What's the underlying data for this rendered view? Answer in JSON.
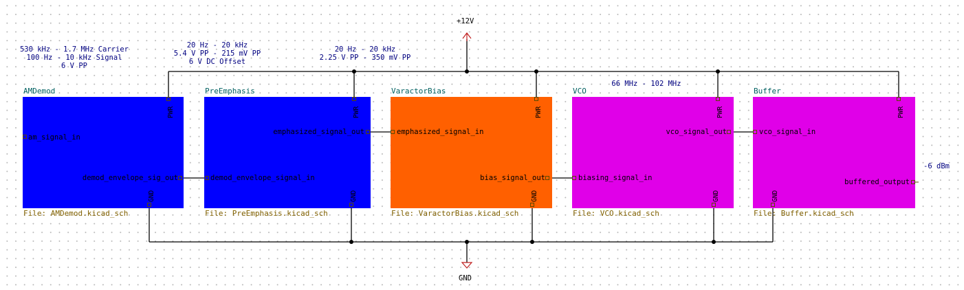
{
  "power": {
    "vcc": "+12V",
    "gnd": "GND"
  },
  "notes": {
    "amdemod": "530 kHz - 1.7 MHz Carrier\n100 Hz - 10 kHz Signal\n6 V PP",
    "preemphasis": "20 Hz - 20 kHz\n5.4 V PP - 215 mV PP\n6 V DC Offset",
    "varactor": "20 Hz - 20 kHz\n2.25 V PP - 350 mV PP",
    "vco": "66 MHz - 102 MHz",
    "output": "-6 dBm"
  },
  "sheets": {
    "amdemod": {
      "name": "AMDemod",
      "file": "File: AMDemod.kicad_sch",
      "color": "#0000ff",
      "pins": {
        "pwr": "PWR",
        "gnd": "GND",
        "in": "am_signal_in",
        "out": "demod_envelope_sig_out"
      }
    },
    "preemphasis": {
      "name": "PreEmphasis",
      "file": "File: PreEmphasis.kicad_sch",
      "color": "#0000ff",
      "pins": {
        "pwr": "PWR",
        "gnd": "GND",
        "in": "demod_envelope_signal_in",
        "out": "emphasized_signal_out"
      }
    },
    "varactor": {
      "name": "VaractorBias",
      "file": "File: VaractorBias.kicad_sch",
      "color": "#ff6000",
      "pins": {
        "pwr": "PWR",
        "gnd": "GND",
        "in": "emphasized_signal_in",
        "out": "bias_signal_out"
      }
    },
    "vco": {
      "name": "VCO",
      "file": "File: VCO.kicad_sch",
      "color": "#e000e8",
      "pins": {
        "pwr": "PWR",
        "gnd": "GND",
        "in": "biasing_signal_in",
        "out": "vco_signal_out"
      }
    },
    "buffer": {
      "name": "Buffer",
      "file": "File: Buffer.kicad_sch",
      "color": "#e000e8",
      "pins": {
        "pwr": "PWR",
        "gnd": "GND",
        "in": "vco_signal_in",
        "out": "buffered_output"
      }
    }
  },
  "colors": {
    "wire": "#000000",
    "power_symbol": "#c02020",
    "note": "#000080"
  }
}
